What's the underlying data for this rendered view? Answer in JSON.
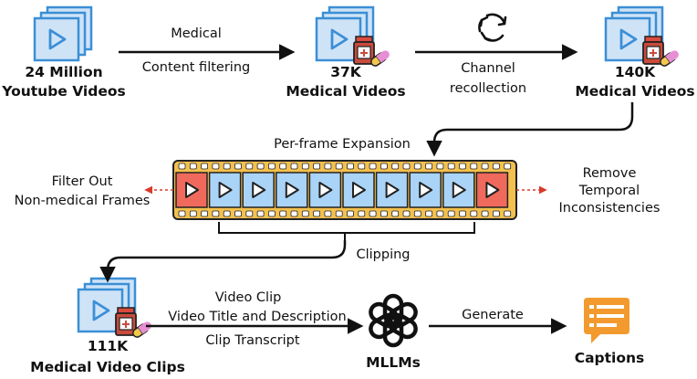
{
  "stages": {
    "source": {
      "line1": "24 Million",
      "line2": "Youtube Videos"
    },
    "filtered": {
      "line1": "37K",
      "line2": "Medical Videos"
    },
    "recollected": {
      "line1": "140K",
      "line2": "Medical Videos"
    },
    "clips": {
      "line1": "111K",
      "line2": "Medical Video Clips"
    },
    "mllm": {
      "label": "MLLMs"
    },
    "captions": {
      "label": "Captions"
    }
  },
  "steps": {
    "filter_top": "Medical",
    "filter_bottom": "Content filtering",
    "recollect_line1": "Channel",
    "recollect_line2": "recollection",
    "expansion": "Per-frame Expansion",
    "clipping": "Clipping",
    "generate": "Generate"
  },
  "side_notes": {
    "left_line1": "Filter Out",
    "left_line2": "Non-medical Frames",
    "right_line1": "Remove",
    "right_line2": "Temporal",
    "right_line3": "Inconsistencies"
  },
  "inputs": {
    "line1": "Video Clip",
    "line2": "Video Title and Description",
    "line3": "Clip Transcript"
  },
  "filmstrip": {
    "frames": [
      "removed",
      "kept",
      "kept",
      "kept",
      "kept",
      "kept",
      "kept",
      "kept",
      "kept",
      "removed"
    ]
  },
  "colors": {
    "video_fill": "#cfe3f7",
    "video_stroke": "#3b8fd6",
    "filmstrip_border": "#f4c04e",
    "frame_kept": "#a9d3f7",
    "frame_removed": "#ef6a5c",
    "captions_icon": "#f29a2e",
    "dashed_arrow": "#d83b2b"
  }
}
